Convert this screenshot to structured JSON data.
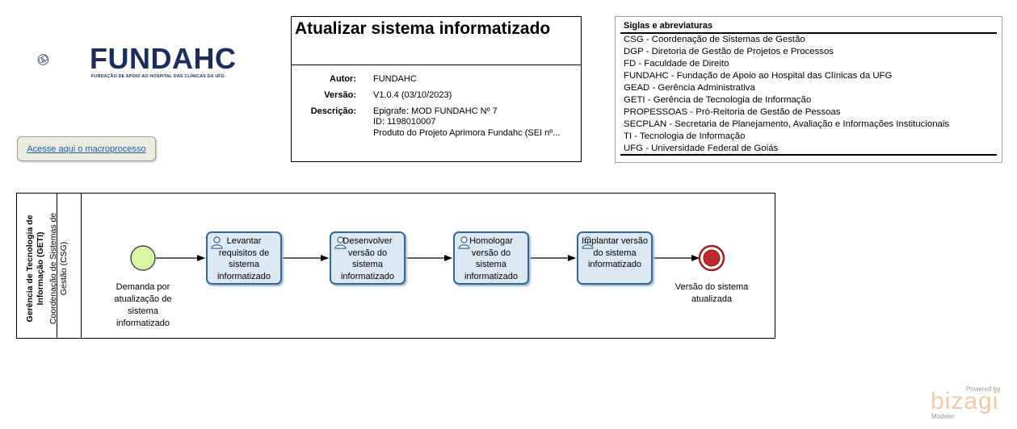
{
  "logo": {
    "name": "FUNDAHC",
    "subtitle": "FUNDAÇÃO DE APOIO AO HOSPITAL DAS CLÍNICAS DA UFG"
  },
  "macro_button": {
    "label": "Acesse aqui o macroprocesso"
  },
  "title_box": {
    "title": "Atualizar sistema informatizado",
    "author_label": "Autor:",
    "author": "FUNDAHC",
    "version_label": "Versão:",
    "version": "V1.0.4 (03/10/2023)",
    "description_label": "Descrição:",
    "description_lines": [
      "Epigrafe: MOD FUNDAHC Nº 7",
      "ID: 1198010007",
      "Produto do Projeto Aprimora Fundahc (SEI nº..."
    ]
  },
  "siglas": {
    "title": "Siglas e abreviaturas",
    "items": [
      "CSG - Coordenação de Sistemas de Gestão",
      "DGP - Diretoria de Gestão de Projetos e Processos",
      "FD - Faculdade de Direito",
      "FUNDAHC - Fundação de Apoio ao Hospital das Clínicas da UFG",
      "GEAD - Gerência Administrativa",
      "GETI - Gerência de Tecnologia de Informação",
      "PROPESSOAS - Pró-Reitoria de Gestão de Pessoas",
      "SECPLAN - Secretaria de Planejamento, Avaliação e Informações Institucionais",
      "TI - Tecnologia de Informação",
      "UFG - Universidade Federal de Goiás"
    ]
  },
  "pool": {
    "name": "Gerência de Tecnologia de Informação (GETI)",
    "lane": "Coordenação de Sistemas de Gestão (CSG)"
  },
  "flow": {
    "start_event": "Demanda por atualização de sistema informatizado",
    "tasks": [
      "Levantar requisitos de sistema informatizado",
      "Desenvolver versão do sistema informatizado",
      "Homologar versão do sistema informatizado",
      "Implantar versão do sistema informatizado"
    ],
    "end_event": "Versão do sistema atualizada"
  },
  "branding": {
    "powered_by": "Powered by",
    "product": "bizagi",
    "edition": "Modeler"
  },
  "colors": {
    "task_fill": "#dce9f5",
    "task_border": "#34679a",
    "start_fill": "#d9f7a6",
    "end_fill": "#c0282a",
    "logo": "#1d2d5c"
  }
}
